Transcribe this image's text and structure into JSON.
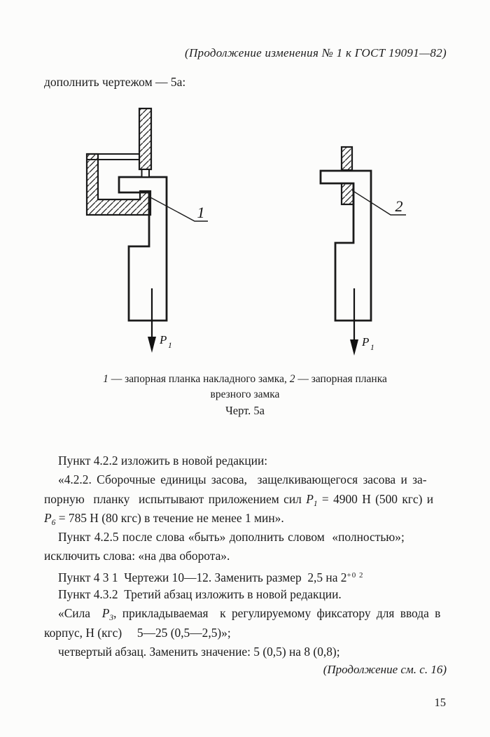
{
  "page": {
    "header_note": "(Продолжение изменения № 1 к ГОСТ 19091—82)",
    "intro_line": "дополнить чертежом — 5а:",
    "footer_note": "(Продолжение см. с. 16)",
    "page_number": "15"
  },
  "figure": {
    "left_callout": "1",
    "right_callout": "2",
    "force_symbol": "P",
    "force_subscript": "1",
    "caption_parts": {
      "n1": "1",
      "t1": " — запорная планка накладного замка, ",
      "n2": "2",
      "t2": " — запорная планка врезного замка"
    },
    "figure_label": "Черт. 5а"
  },
  "body": {
    "lines": [
      {
        "indent": true,
        "ws": 0,
        "runs": [
          {
            "t": "Пункт 4.2.2 изложить в новой редакции:"
          }
        ]
      },
      {
        "indent": true,
        "ws": 3,
        "runs": [
          {
            "t": "«4.2.2. Сборочные единицы засова,  защелкивающегося засова и за-"
          }
        ]
      },
      {
        "indent": false,
        "ws": 2,
        "runs": [
          {
            "t": "порную  планку  испытывают приложением сил "
          },
          {
            "t": "P",
            "s": "i"
          },
          {
            "t": "1",
            "s": "sub"
          },
          {
            "t": " = 4900 Н (500 кгс) и"
          }
        ]
      },
      {
        "indent": false,
        "ws": 0,
        "runs": [
          {
            "t": "P",
            "s": "i"
          },
          {
            "t": "6",
            "s": "sub"
          },
          {
            "t": " = 785 Н (80 кгс) в течение не менее 1 мин»."
          }
        ]
      },
      {
        "indent": true,
        "ws": 1,
        "runs": [
          {
            "t": "Пункт 4.2.5 после слова «быть» дополнить словом  «полностью»;"
          }
        ]
      },
      {
        "indent": false,
        "ws": 0,
        "runs": [
          {
            "t": "исключить слова: «на два оборота»."
          }
        ]
      },
      {
        "indent": true,
        "ws": 0,
        "runs": [
          {
            "t": "Пункт 4 3 1  Чертежи 10—12. Заменить размер  2,5 на 2"
          },
          {
            "t": "+0 2",
            "s": "sup"
          }
        ]
      },
      {
        "indent": true,
        "ws": 0,
        "runs": [
          {
            "t": "Пункт 4.3.2  Третий абзац изложить в новой редакции."
          }
        ]
      },
      {
        "indent": true,
        "ws": 4,
        "runs": [
          {
            "t": "«Сила  "
          },
          {
            "t": "P",
            "s": "i"
          },
          {
            "t": "3",
            "s": "sub"
          },
          {
            "t": ", прикладываемая  к регулируемому фиксатору для ввода в"
          }
        ]
      },
      {
        "indent": false,
        "ws": 0,
        "runs": [
          {
            "t": "корпус, Н (кгс)     5—25 (0,5—2,5)»;"
          }
        ]
      },
      {
        "indent": true,
        "ws": 0,
        "runs": [
          {
            "t": "четвертый абзац. Заменить значение: 5 (0,5) на 8 (0,8);"
          }
        ]
      }
    ]
  }
}
